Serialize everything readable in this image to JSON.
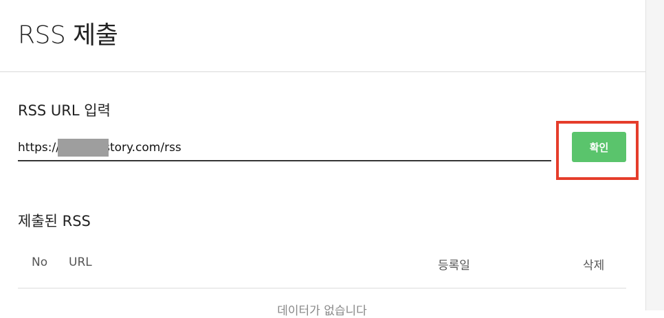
{
  "page": {
    "title": "RSS 제출"
  },
  "rss_input": {
    "label": "RSS URL 입력",
    "value": "https://           istory.com/rss",
    "confirm_label": "확인"
  },
  "submitted": {
    "title": "제출된 RSS",
    "columns": [
      "No",
      "URL",
      "등록일",
      "삭제"
    ],
    "empty_message": "데이터가 없습니다"
  },
  "colors": {
    "confirm_button": "#5ac46c",
    "highlight": "#e53d2b",
    "input_underline": "#333333"
  }
}
